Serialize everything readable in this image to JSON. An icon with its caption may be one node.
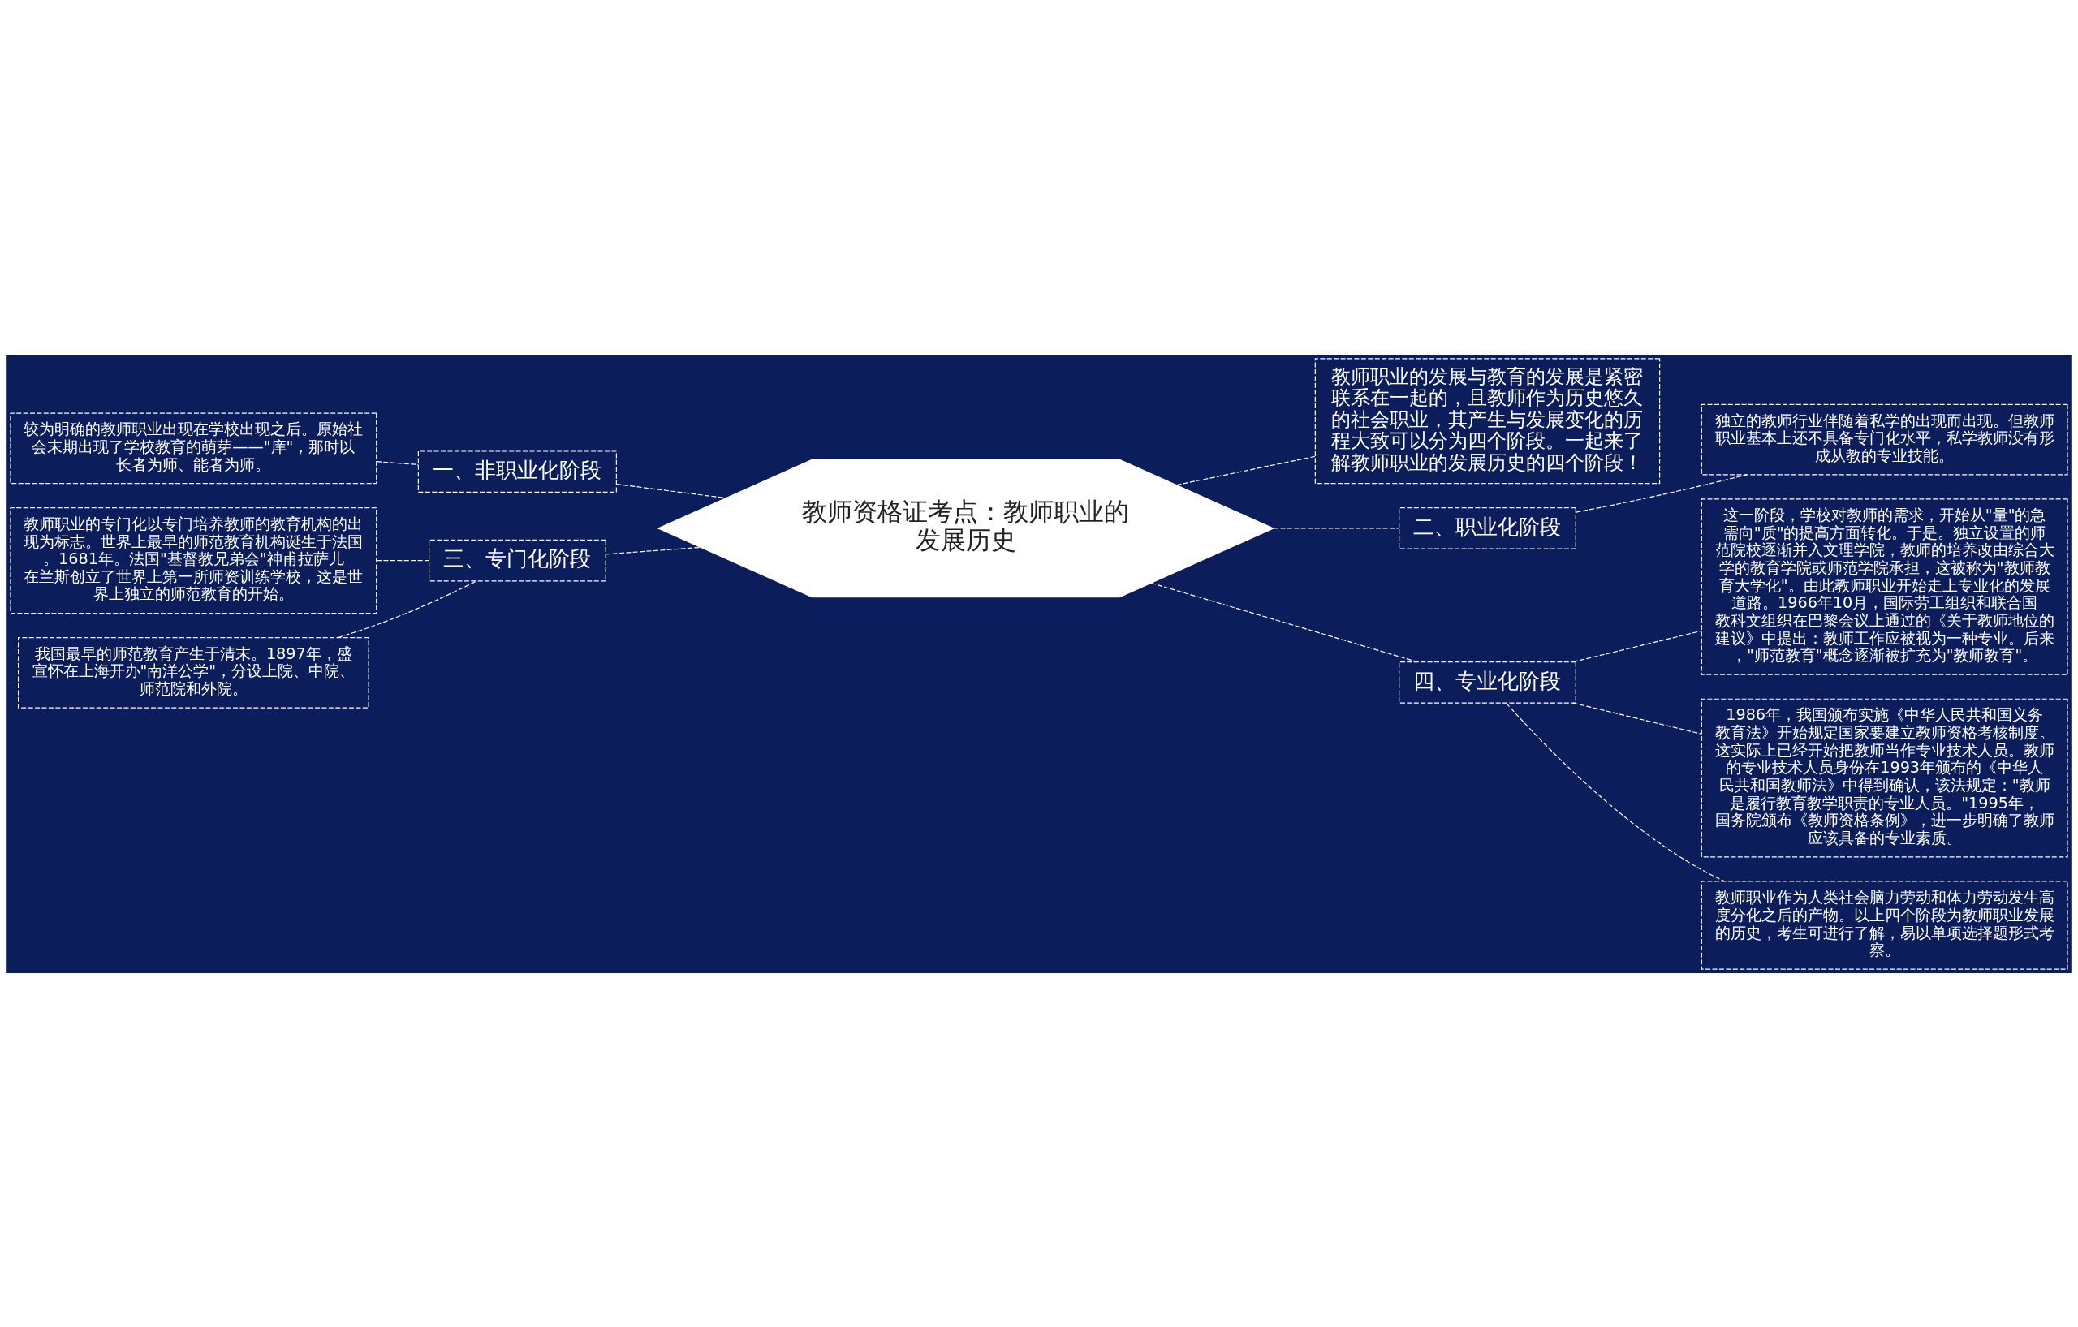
{
  "diagram": {
    "nodes": [
      {
        "text": [
          "教师资格证考点：教师职业的发展历史"
        ]
      },
      {
        "text": [
          "教师职业的发展与教育的发展是紧密联系在一起的，且教师作为历史悠久的社会职业，其产生与发展变化的历程大致可以分为四个阶段。一起来了解教师职业的发展历史的四个阶段！"
        ]
      },
      {
        "text": [
          "一、非职业化阶段"
        ]
      },
      {
        "text": [
          "较为明确的教师职业出现在学校出现之后。原始社会末期出现了学校教育的萌芽——\"庠\"，那时以长者为师、能者为师。"
        ]
      },
      {
        "text": [
          "二、职业化阶段"
        ]
      },
      {
        "text": [
          "独立的教师行业伴随着私学的出现而出现。但教师职业基本上还不具备专门化水平，私学教师没有形成从教的专业技能。"
        ]
      },
      {
        "text": [
          "三、专门化阶段"
        ]
      },
      {
        "text": [
          "教师职业的专门化以专门培养教师的教育机构的出现为标志。世界上最早的师范教育机构诞生于法国。1681年。法国\"基督教兄弟会\"神甫拉萨儿在兰斯创立了世界上第一所师资训练学校，这是世界上独立的师范教育的开始。"
        ]
      },
      {
        "text": [
          "我国最早的师范教育产生于清末。1897年，盛宣怀在上海开办\"南洋公学\"，分设上院、中院、师范院和外院。"
        ]
      },
      {
        "text": [
          "四、专业化阶段"
        ]
      },
      {
        "text": [
          "这一阶段，学校对教师的需求，开始从\"量\"的急需向\"质\"的提高方面转化。于是。独立设置的师范院校逐渐并入文理学院，教师的培养改由综合大学的教育学院或师范学院承担，这被称为\"教师教育大学化\"。由此教师职业开始走上专业化的发展道路。1966年10月，国际劳工组织和联合国教科文组织在巴黎会议上通过的《关于教师地位的建议》中提出：教师工作应被视为一种专业。后来，\"师范教育\"概念逐渐被扩充为\"教师教育\"。"
        ]
      },
      {
        "text": [
          "1986年，我国颁布实施《中华人民共和国义务教育法》开始规定国家要建立教师资格考核制度。这实际上已经开始把教师当作专业技术人员。教师的专业技术人员身份在1993年颁布的《中华人民共和国教师法》中得到确认，该法规定：\"教师是履行教育教学职责的专业人员。\"1995年，国务院颁布《教师资格条例》，进一步明确了教师应该具备的专业素质。"
        ]
      },
      {
        "text": [
          "教师职业作为人类社会脑力劳动和体力劳动发生高度分化之后的产物。以上四个阶段为教师职业发展的历史，考生可进行了解，易以单项选择题形式考察。"
        ]
      }
    ],
    "edges": [
      {
        "from": 0,
        "to": 1,
        "arrow": "none",
        "style": "dashed"
      },
      {
        "from": 0,
        "to": 2,
        "arrow": "none",
        "style": "dashed"
      },
      {
        "from": 2,
        "to": 3,
        "arrow": "none",
        "style": "dashed"
      },
      {
        "from": 0,
        "to": 4,
        "arrow": "none",
        "style": "dashed"
      },
      {
        "from": 4,
        "to": 5,
        "arrow": "none",
        "style": "dashed"
      },
      {
        "from": 0,
        "to": 6,
        "arrow": "none",
        "style": "dashed"
      },
      {
        "from": 6,
        "to": 7,
        "arrow": "none",
        "style": "dashed"
      },
      {
        "from": 6,
        "to": 8,
        "arrow": "none",
        "style": "dashed"
      },
      {
        "from": 0,
        "to": 9,
        "arrow": "none",
        "style": "dashed"
      },
      {
        "from": 9,
        "to": 10,
        "arrow": "none",
        "style": "dashed"
      },
      {
        "from": 9,
        "to": 11,
        "arrow": "none",
        "style": "dashed"
      },
      {
        "from": 9,
        "to": 12,
        "arrow": "none",
        "style": "dashed"
      }
    ]
  }
}
